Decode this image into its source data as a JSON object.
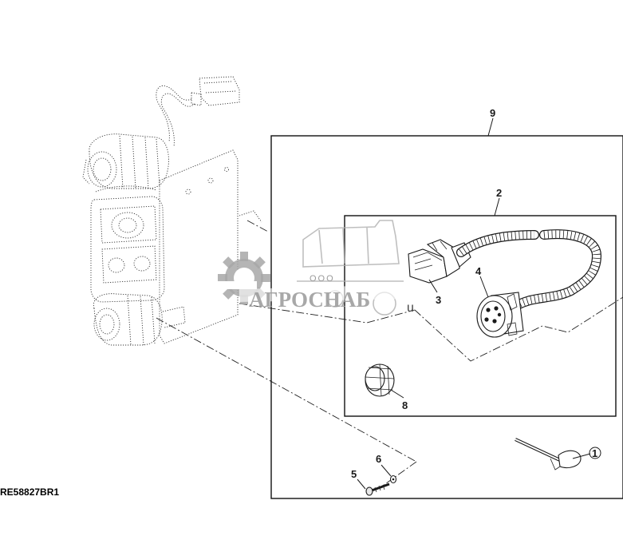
{
  "diagram": {
    "reference_code": "RE58827BR1",
    "callouts": [
      {
        "id": "c1",
        "label": "1"
      },
      {
        "id": "c2",
        "label": "2"
      },
      {
        "id": "c3",
        "label": "3"
      },
      {
        "id": "c4",
        "label": "4"
      },
      {
        "id": "c5",
        "label": "5"
      },
      {
        "id": "c6",
        "label": "6"
      },
      {
        "id": "c8",
        "label": "8"
      },
      {
        "id": "c9",
        "label": "9"
      }
    ]
  },
  "watermark": {
    "company_prefix": "ООО",
    "company_name": "АГРОСНАБ",
    "suffix": "u"
  },
  "colors": {
    "line": "#1a1a1a",
    "watermark": "#9a9a9a"
  }
}
